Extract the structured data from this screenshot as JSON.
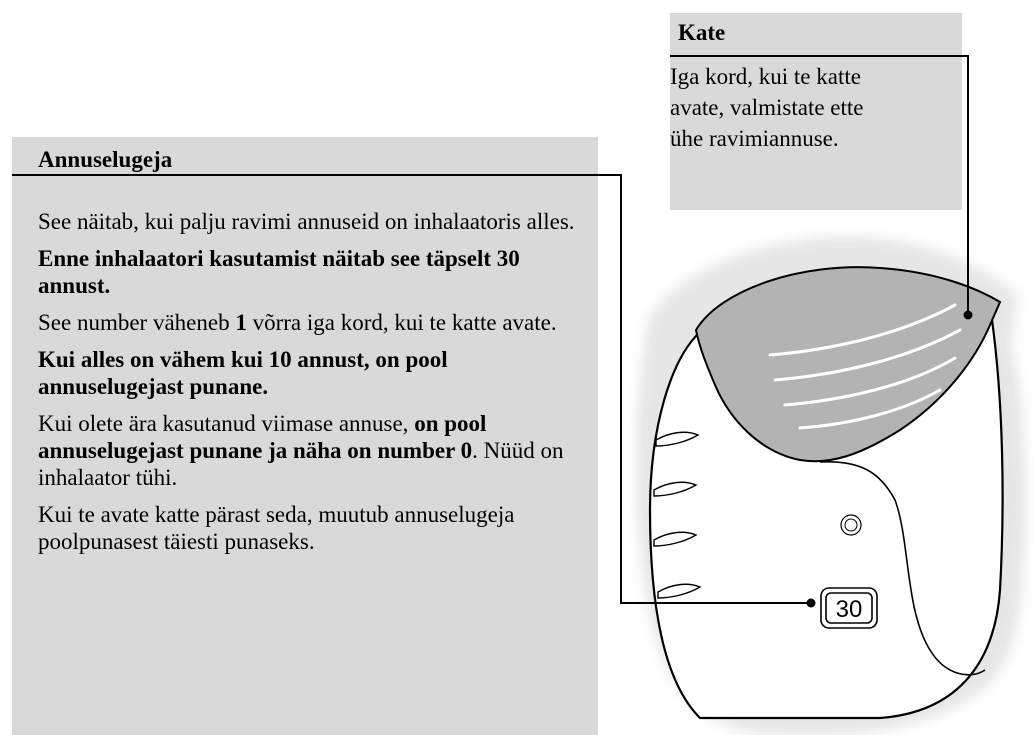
{
  "counter_section": {
    "heading": "Annuselugeja",
    "p1": "See näitab, kui palju ravimi annuseid on inhalaatoris alles.",
    "p2": "Enne inhalaatori kasutamist näitab see täpselt 30 annust.",
    "p3_a": "See number väheneb ",
    "p3_b": "1",
    "p3_c": " võrra iga kord, kui te katte avate.",
    "p4": "Kui alles on vähem kui 10 annust, on pool annuselugejast punane.",
    "p5_a": "Kui olete ära kasutanud viimase annuse, ",
    "p5_b": "on pool annuselugejast punane ja näha on number 0",
    "p5_c": ". Nüüd on inhalaator tühi.",
    "p6": "Kui te avate katte pärast seda, muutub annuselugeja poolpunasest täiesti punaseks."
  },
  "cover_section": {
    "heading": "Kate",
    "line1": "Iga kord, kui te katte",
    "line2": "avate, valmistate ette",
    "line3": "ühe ravimiannuse."
  },
  "device": {
    "counter_display": "30"
  },
  "colors": {
    "panel": "#d9d9d9",
    "cover_fill": "#b3b3b3",
    "halo": "#e6e6e6"
  }
}
